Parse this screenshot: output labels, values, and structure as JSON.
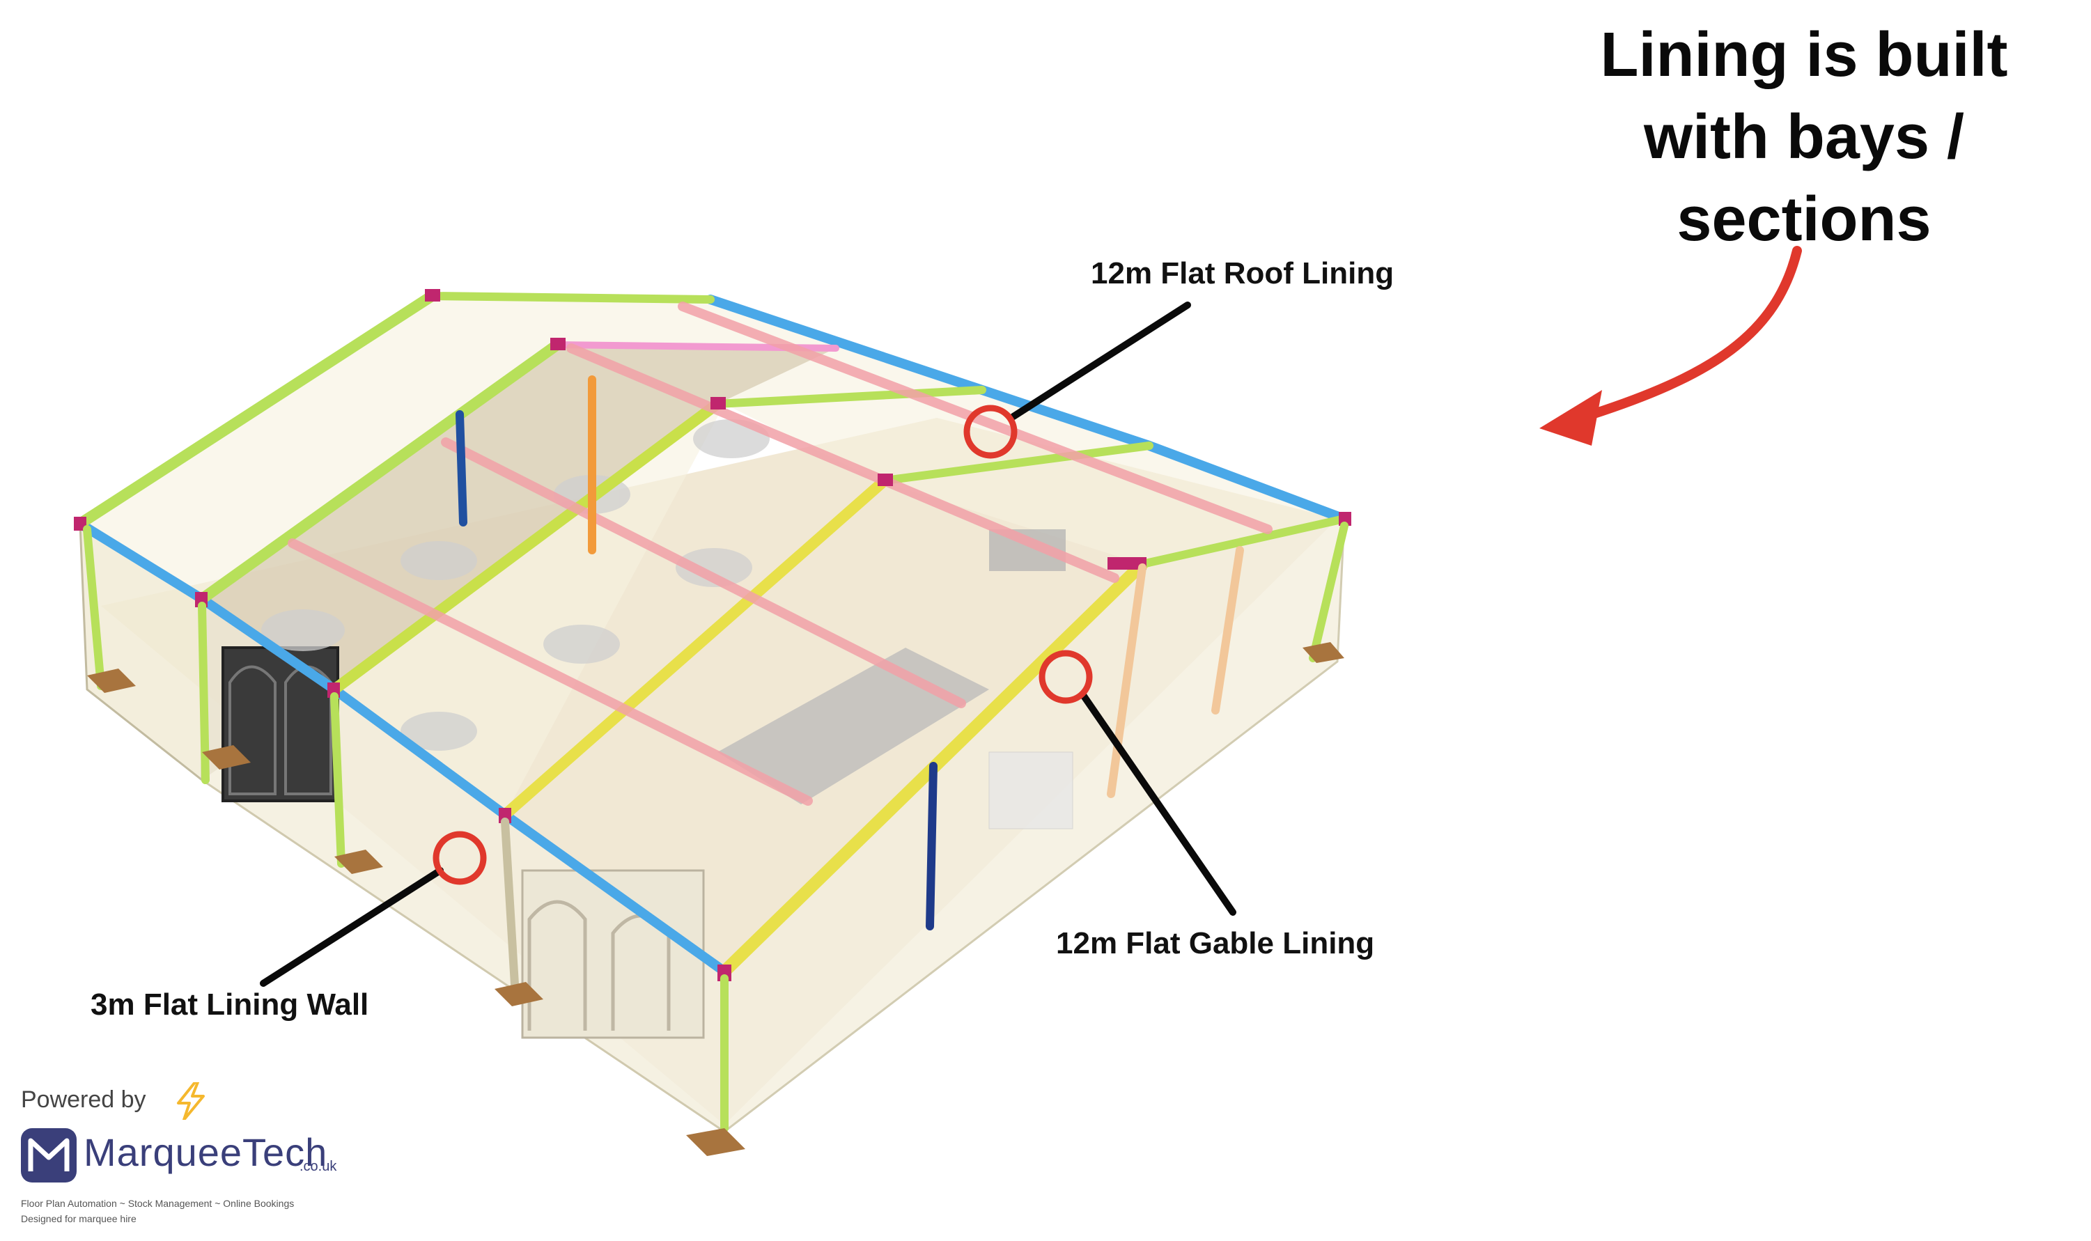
{
  "headline": {
    "lines": [
      "Lining is built",
      "with bays /",
      "sections"
    ]
  },
  "callouts": {
    "roof": {
      "label": "12m Flat Roof Lining"
    },
    "gable": {
      "label": "12m Flat Gable Lining"
    },
    "wall": {
      "label": "3m Flat Lining Wall"
    }
  },
  "branding": {
    "powered_by": "Powered by",
    "name": "MarqueeTech",
    "tld": ".co.uk",
    "tagline": "Floor Plan Automation ~ Stock Management ~ Online Bookings",
    "tagline2": "Designed for marquee hire"
  },
  "colors": {
    "callout_circle": "#e0382c",
    "arrow": "#e0382c",
    "leader_line": "#0a0a0a",
    "frame_blue": "#4aa8e8",
    "frame_green": "#b7e05a",
    "frame_yellow": "#f2e24a",
    "frame_pink": "#f2a1a8",
    "frame_magenta": "#c0266e",
    "frame_orange": "#f29a3a",
    "fabric": "#f3eedd",
    "floor": "#e8dcc0",
    "base_plate": "#a8743e",
    "brand": "#3a3f7a",
    "bolt": "#f5b82e"
  }
}
